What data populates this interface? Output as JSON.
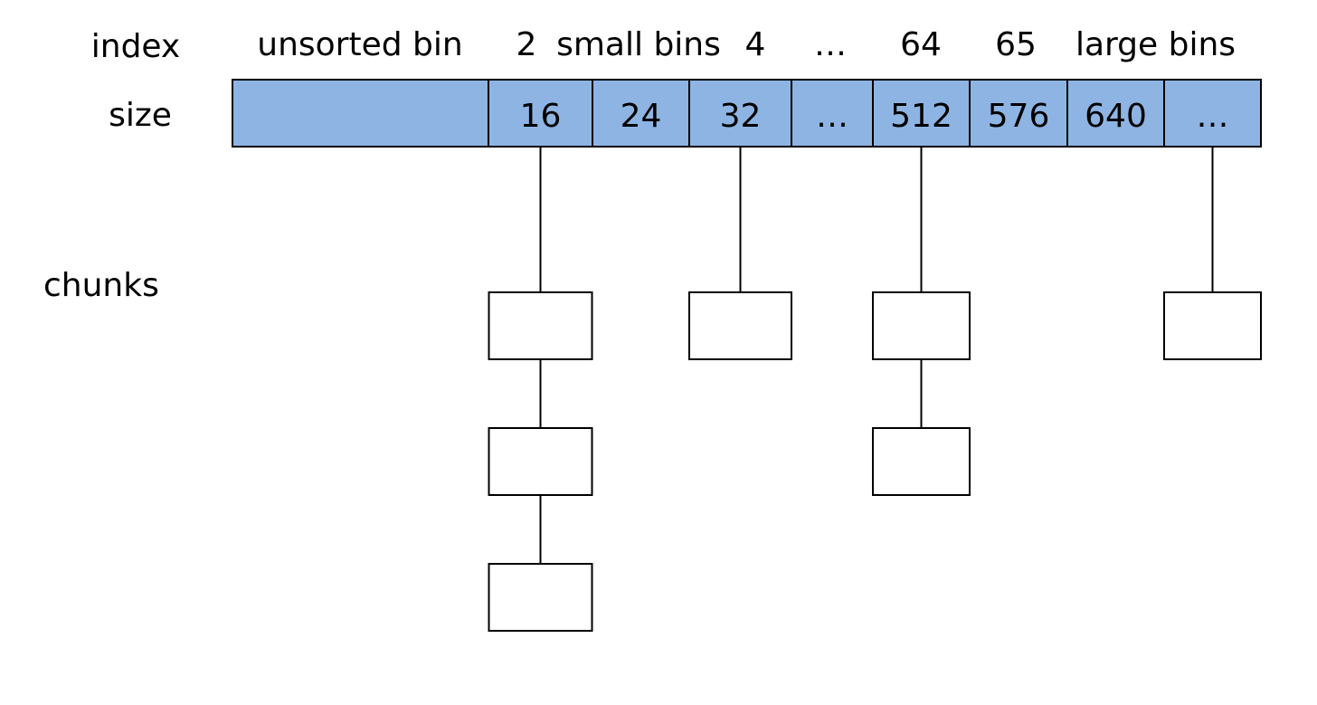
{
  "colors": {
    "bin_fill": "#8EB4E3",
    "outline": "#000000",
    "background": "#FFFFFF"
  },
  "row_labels": {
    "index": "index",
    "size": "size",
    "chunks": "chunks"
  },
  "index_labels": {
    "unsorted": "unsorted bin",
    "small_first": "2",
    "small_group": "small bins",
    "small_third": "4",
    "small_ellipsis": "…",
    "small_last": "64",
    "large_first": "65",
    "large_group": "large bins"
  },
  "bins": [
    {
      "key": "unsorted",
      "size": "",
      "chunks": 0
    },
    {
      "key": "bin-16",
      "size": "16",
      "chunks": 3
    },
    {
      "key": "bin-24",
      "size": "24",
      "chunks": 0
    },
    {
      "key": "bin-32",
      "size": "32",
      "chunks": 1
    },
    {
      "key": "bin-small-ellipsis",
      "size": "…",
      "chunks": 0
    },
    {
      "key": "bin-512",
      "size": "512",
      "chunks": 2
    },
    {
      "key": "bin-576",
      "size": "576",
      "chunks": 0
    },
    {
      "key": "bin-640",
      "size": "640",
      "chunks": 0
    },
    {
      "key": "bin-large-ellipsis",
      "size": "…",
      "chunks": 1
    }
  ]
}
